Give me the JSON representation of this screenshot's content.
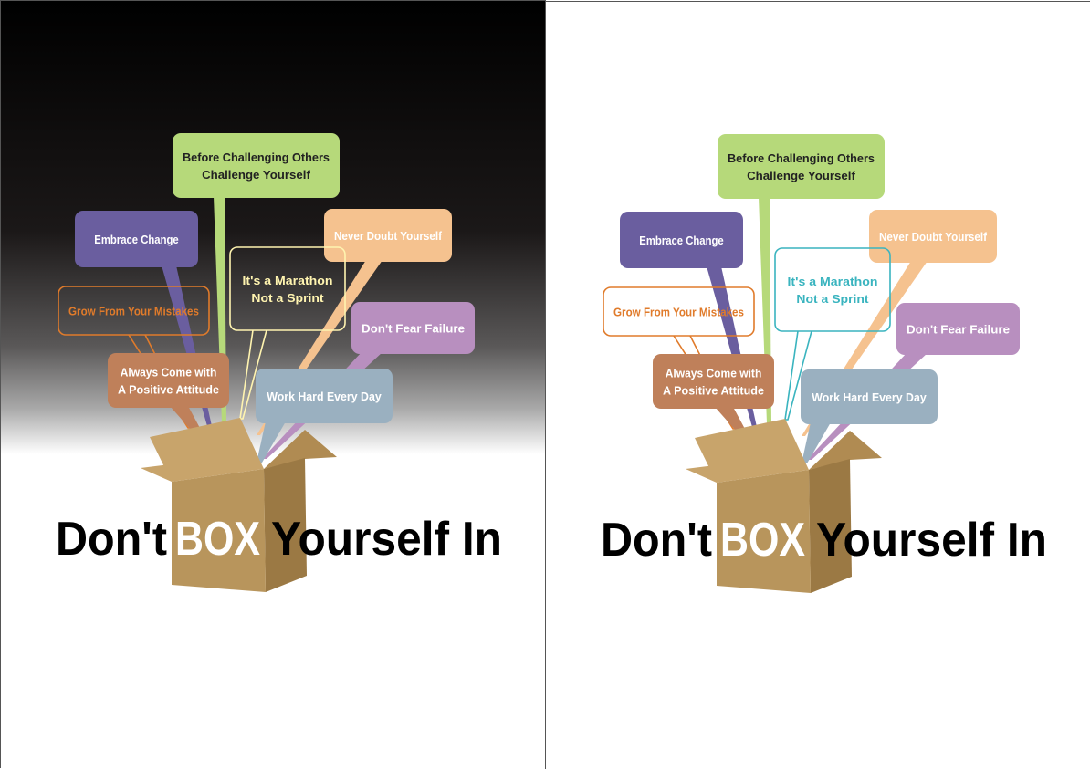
{
  "panels": [
    {
      "variant": "dark-gradient",
      "background_top": "#000000",
      "background_bottom": "#ffffff",
      "marathon_color": "#fff4b0",
      "bubbles": {
        "challenge": [
          "Before Challenging Others",
          "Challenge Yourself"
        ],
        "embrace": [
          "Embrace Change"
        ],
        "never_doubt": [
          "Never Doubt Yourself"
        ],
        "marathon": [
          "It's a Marathon",
          "Not a Sprint"
        ],
        "grow": [
          "Grow From Your Mistakes"
        ],
        "fear": [
          "Don't Fear Failure"
        ],
        "attitude": [
          "Always Come with",
          "A Positive Attitude"
        ],
        "work_hard": [
          "Work Hard Every Day"
        ]
      },
      "title": {
        "pre": "Don't",
        "box": "BOX",
        "post": "Yourself In"
      }
    },
    {
      "variant": "white",
      "background_top": "#ffffff",
      "background_bottom": "#ffffff",
      "marathon_color": "#3ab4bf",
      "bubbles": {
        "challenge": [
          "Before Challenging Others",
          "Challenge Yourself"
        ],
        "embrace": [
          "Embrace Change"
        ],
        "never_doubt": [
          "Never Doubt Yourself"
        ],
        "marathon": [
          "It's a Marathon",
          "Not a Sprint"
        ],
        "grow": [
          "Grow From Your Mistakes"
        ],
        "fear": [
          "Don't Fear Failure"
        ],
        "attitude": [
          "Always Come with",
          "A Positive Attitude"
        ],
        "work_hard": [
          "Work Hard Every Day"
        ]
      },
      "title": {
        "pre": "Don't",
        "box": "BOX",
        "post": "Yourself In"
      }
    }
  ],
  "colors": {
    "challenge": "#b6d97a",
    "embrace": "#6a5e9f",
    "never_doubt": "#f5c28f",
    "grow": "#e07b2b",
    "fear": "#b88fbf",
    "attitude": "#bf805a",
    "work_hard": "#9ab0c0",
    "box_front": "#b8955c",
    "box_side": "#9b7944",
    "box_flap": "#c8a46b"
  }
}
